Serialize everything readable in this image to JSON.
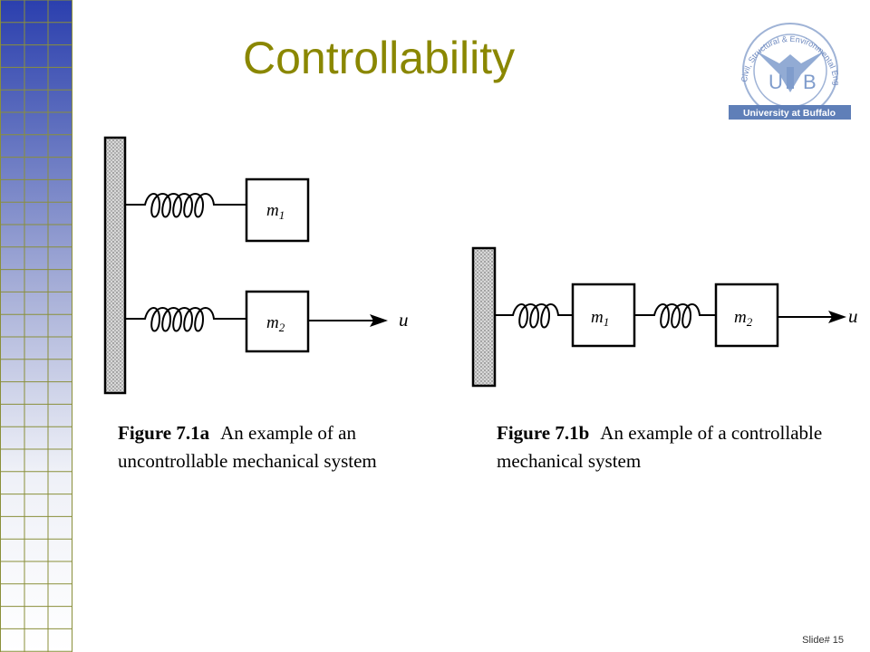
{
  "slide": {
    "title": "Controllability",
    "number_label": "Slide# 15"
  },
  "logo": {
    "ring_text": "Civil, Structural & Environmental Engineering",
    "letters": [
      "U",
      "B"
    ],
    "banner": "University at Buffalo"
  },
  "figure_a": {
    "mass_1": "m",
    "mass_1_sub": "1",
    "mass_2": "m",
    "mass_2_sub": "2",
    "force": "u",
    "caption_id": "Figure 7.1a",
    "caption_text": "An example of an uncontrollable mechanical system"
  },
  "figure_b": {
    "mass_1": "m",
    "mass_1_sub": "1",
    "mass_2": "m",
    "mass_2_sub": "2",
    "force": "u",
    "caption_id": "Figure 7.1b",
    "caption_text": "An example of a controllable mechanical system"
  },
  "colors": {
    "title": "#8a8700",
    "grid_top": "#2b3fae",
    "grid_bottom": "#ffffff",
    "grid_lines": "#8a8f3a",
    "logo": "#5f7fb8"
  }
}
